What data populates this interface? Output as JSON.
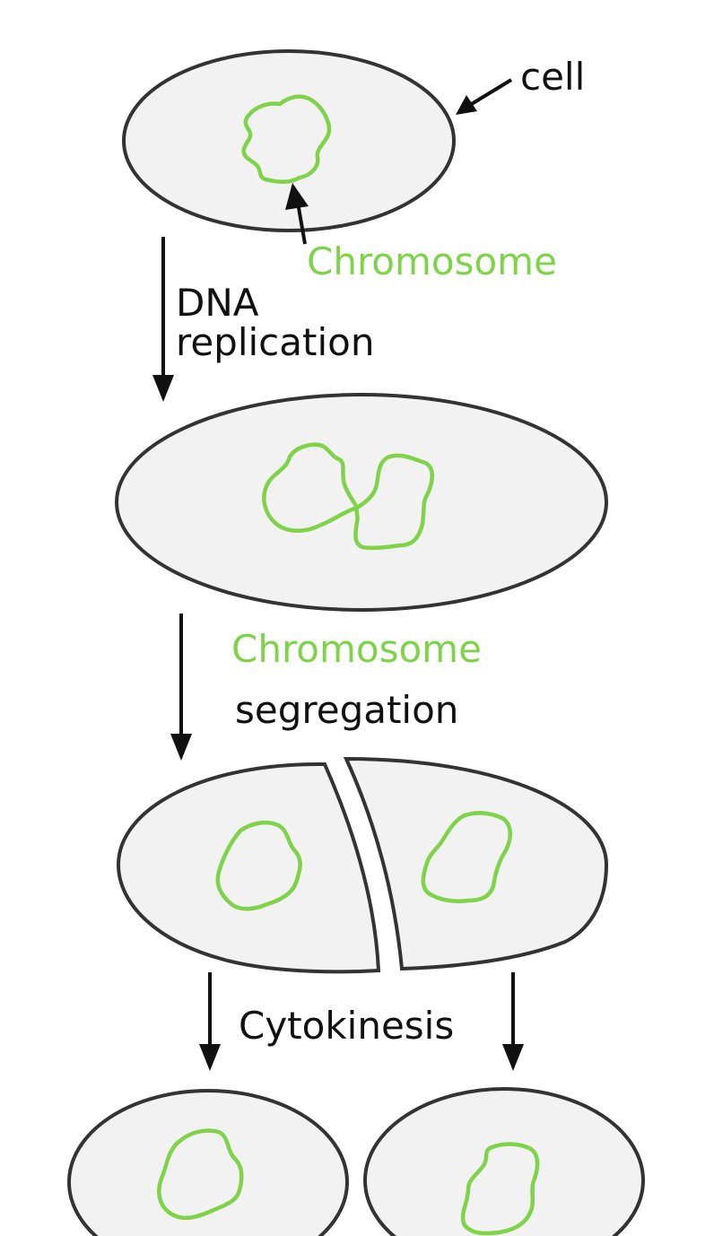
{
  "labels": {
    "cell": "cell",
    "chromosome_top": "Chromosome",
    "dna": "DNA",
    "replication": "replication",
    "chromosome_mid": "Chromosome",
    "segregation": "segregation",
    "cytokinesis": "Cytokinesis"
  },
  "colors": {
    "chromosome": "#7ed348",
    "cell_fill": "#f2f2f2",
    "cell_stroke": "#333333",
    "arrow": "#111111",
    "text": "#111111"
  }
}
